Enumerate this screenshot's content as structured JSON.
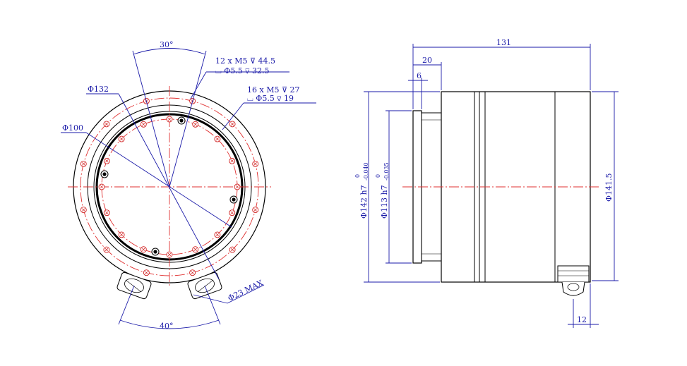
{
  "colors": {
    "outline": "#000000",
    "center_line": "#e03030",
    "dimension": "#1a1aa8",
    "background": "#ffffff"
  },
  "front_view": {
    "angle_top": "30°",
    "angle_bottom": "40°",
    "dia_bolt_circle_outer": "Φ132",
    "dia_bolt_circle_inner": "Φ100",
    "dia_cable_gland": "Φ23 MAX",
    "hole_note_outer_line1": "12 x M5 ⊽ 44.5",
    "hole_note_outer_line2": "⌴ Φ5.5 ⊽ 32.5",
    "hole_note_inner_line1": "16 x M5 ⊽ 27",
    "hole_note_inner_line2": "⌴ Φ5.5 ⊽ 19"
  },
  "side_view": {
    "length_total": "131",
    "length_spigot": "20",
    "length_step": "6",
    "length_gland_offset": "12",
    "dia_outer_housing": "Φ142 h7",
    "dia_outer_tol_upper": "0",
    "dia_outer_tol_lower": "-0.040",
    "dia_spigot": "Φ113 h7",
    "dia_spigot_tol_upper": "0",
    "dia_spigot_tol_lower": "-0.035",
    "dia_right_end": "Φ141.5"
  }
}
